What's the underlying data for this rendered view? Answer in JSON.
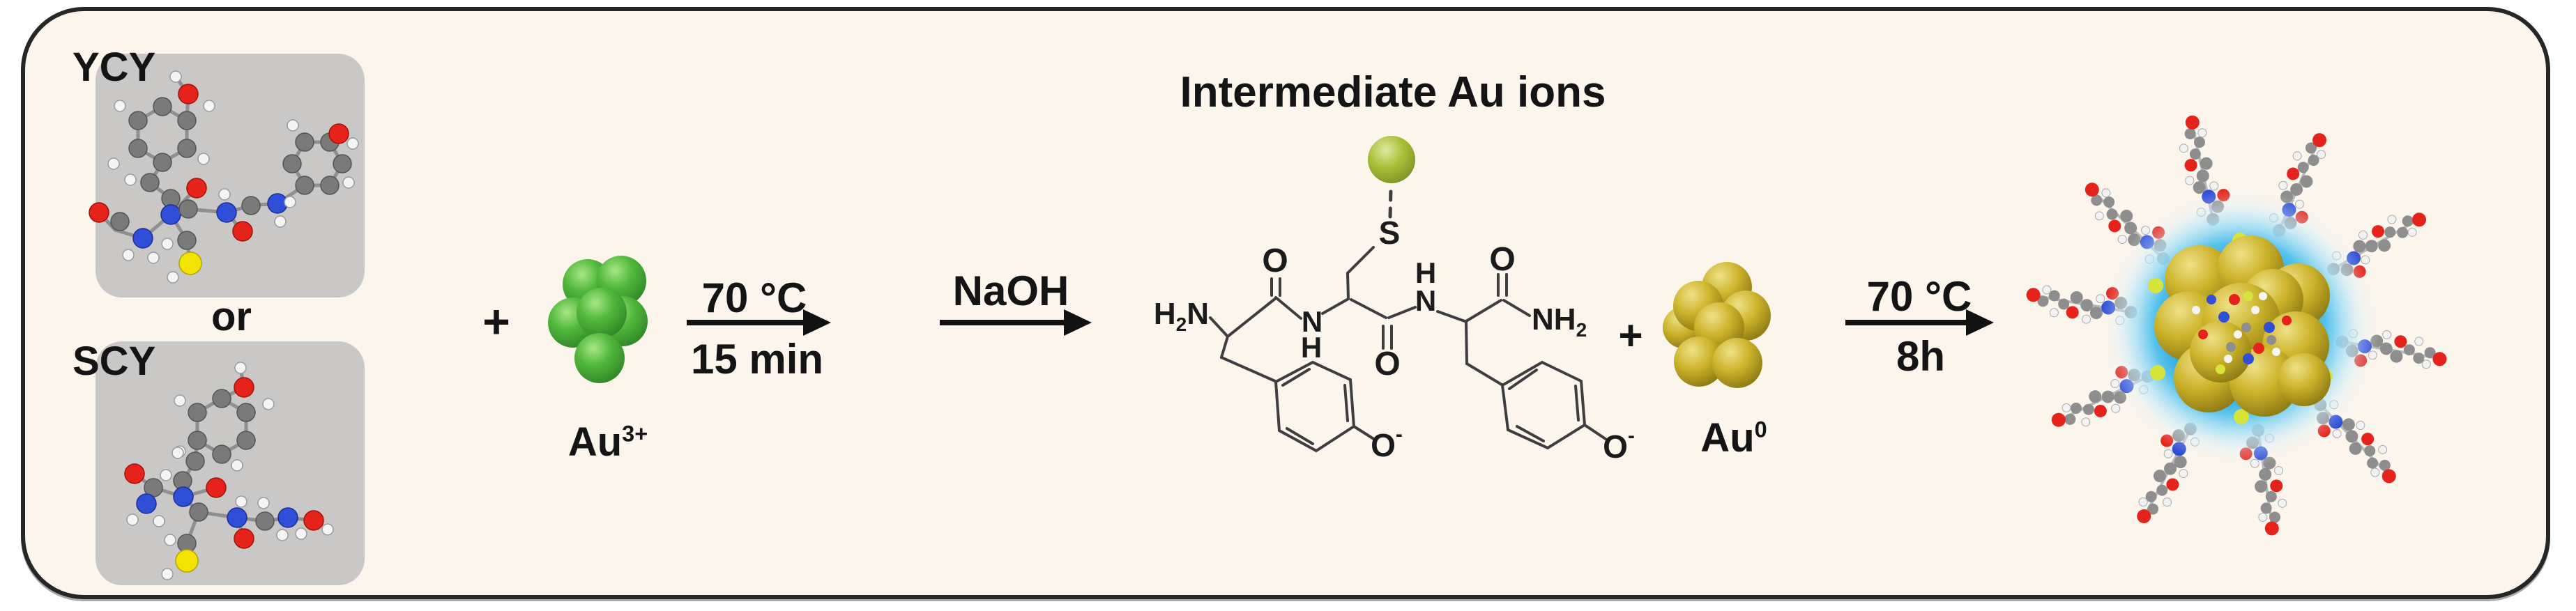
{
  "reactants": {
    "ycy_label": "YCY",
    "or_label": "or",
    "scy_label": "SCY",
    "plus": "+",
    "au3_base": "Au",
    "au3_sup": "3+"
  },
  "arrow1": {
    "top": "70 °C",
    "bottom": "15 min"
  },
  "arrow2": {
    "top": "NaOH"
  },
  "intermediate": {
    "title": "Intermediate Au ions",
    "h2n_h": "H",
    "h2n_sub": "2",
    "h2n_n": "N",
    "o1": "O",
    "o2": "O",
    "o3": "O",
    "s": "S",
    "n1": "N",
    "h1": "H",
    "h2": "H",
    "n2": "N",
    "nh2_base": "NH",
    "nh2_sub": "2",
    "om1_base": "O",
    "om1_sup": "-",
    "om2_base": "O",
    "om2_sup": "-",
    "plus": "+",
    "au0_base": "Au",
    "au0_sup": "0"
  },
  "arrow3": {
    "top": "70 °C",
    "bottom": "8h"
  },
  "colors": {
    "background": "#fbf5ec",
    "frame_border": "#262626",
    "panel_gray": "#c9c8c6",
    "au3_green": "#52b83e",
    "au_ion_olive": "#aabf37",
    "au0_gold": "#cdb42c",
    "glow_blue": "#2da9e0",
    "atom_oxygen": "#e5231b",
    "atom_nitrogen": "#2f4fd8",
    "atom_sulfur": "#f2e300",
    "atom_carbon": "#7a7a7a",
    "atom_hydrogen": "#f5f5f5"
  }
}
